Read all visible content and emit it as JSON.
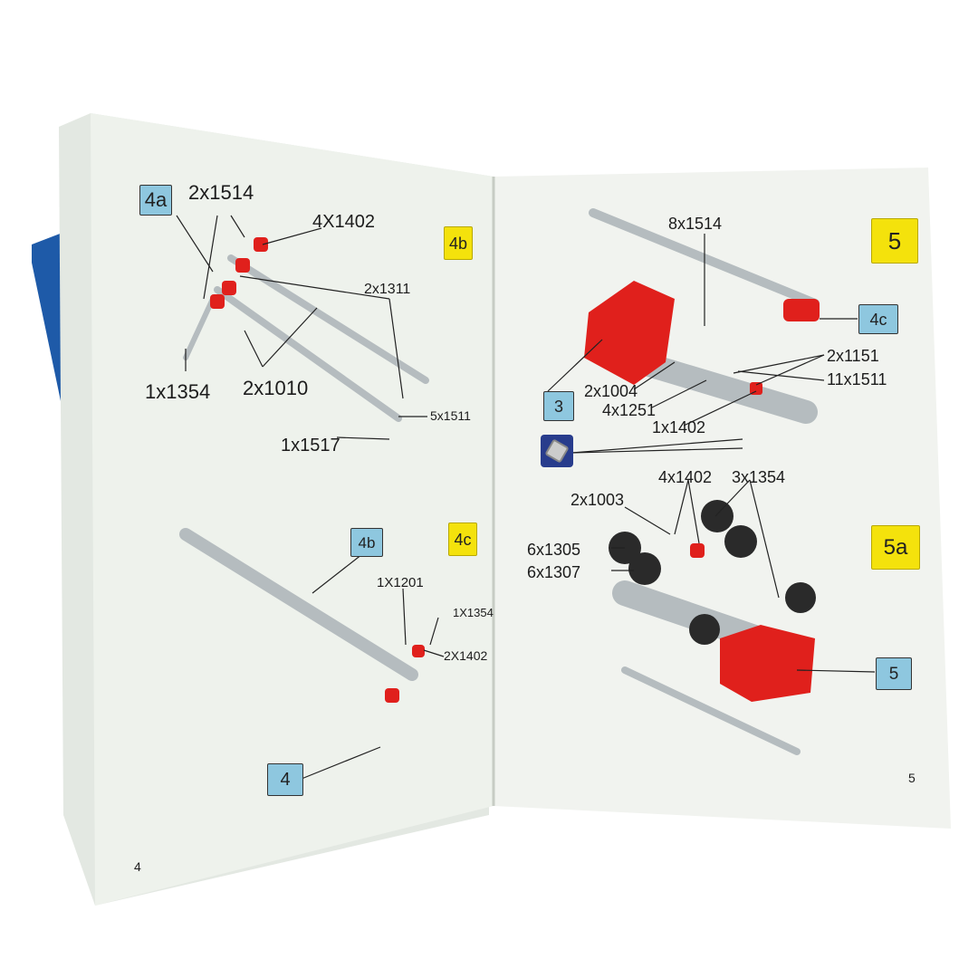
{
  "left_page": {
    "page_number": "4",
    "step_4a": {
      "badge": "4a",
      "step_badge": "4b",
      "parts": [
        "2x1514",
        "4X1402",
        "2x1311",
        "1x1354",
        "2x1010",
        "5x1511",
        "1x1517"
      ]
    },
    "step_4b": {
      "ref_badge": "4b",
      "step_badge": "4c",
      "parts": [
        "1X1201",
        "1X1354",
        "2X1402"
      ],
      "result_badge": "4"
    }
  },
  "right_page": {
    "page_number": "5",
    "step_5": {
      "step_badge": "5",
      "ref_badge": "4c",
      "ref_badge_3": "3",
      "parts": [
        "8x1514",
        "2x1151",
        "11x1511",
        "2x1004",
        "4x1251",
        "1x1402"
      ],
      "icon": "nut-icon"
    },
    "step_5a": {
      "step_badge": "5a",
      "ref_badge": "5",
      "parts": [
        "4x1402",
        "3x1354",
        "2x1003",
        "6x1305",
        "6x1307"
      ]
    }
  },
  "colors": {
    "page": "#eef2ec",
    "blue_badge": "#8ec7df",
    "yellow_badge": "#f4e20c",
    "part_red": "#e0201c"
  }
}
